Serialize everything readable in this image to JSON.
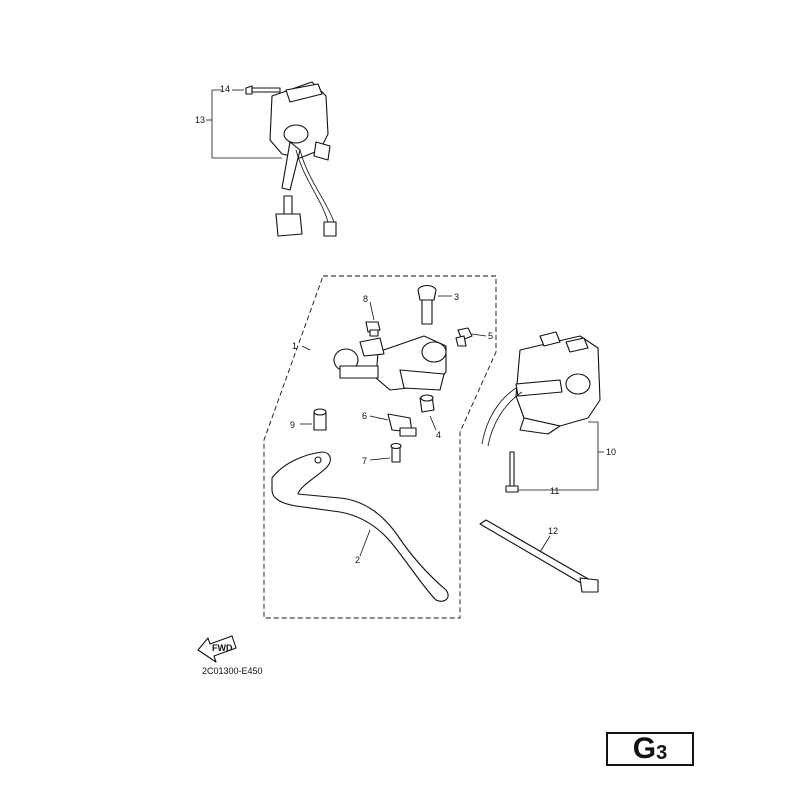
{
  "callouts": {
    "c1": "1",
    "c2": "2",
    "c3": "3",
    "c4": "4",
    "c5": "5",
    "c6": "6",
    "c7": "7",
    "c8": "8",
    "c9": "9",
    "c10": "10",
    "c11": "11",
    "c12": "12",
    "c13": "13",
    "c14": "14"
  },
  "fwd_label": "FWD",
  "diagram_code": "2C01300-E450",
  "page_id": {
    "letter": "G",
    "number": "3"
  }
}
